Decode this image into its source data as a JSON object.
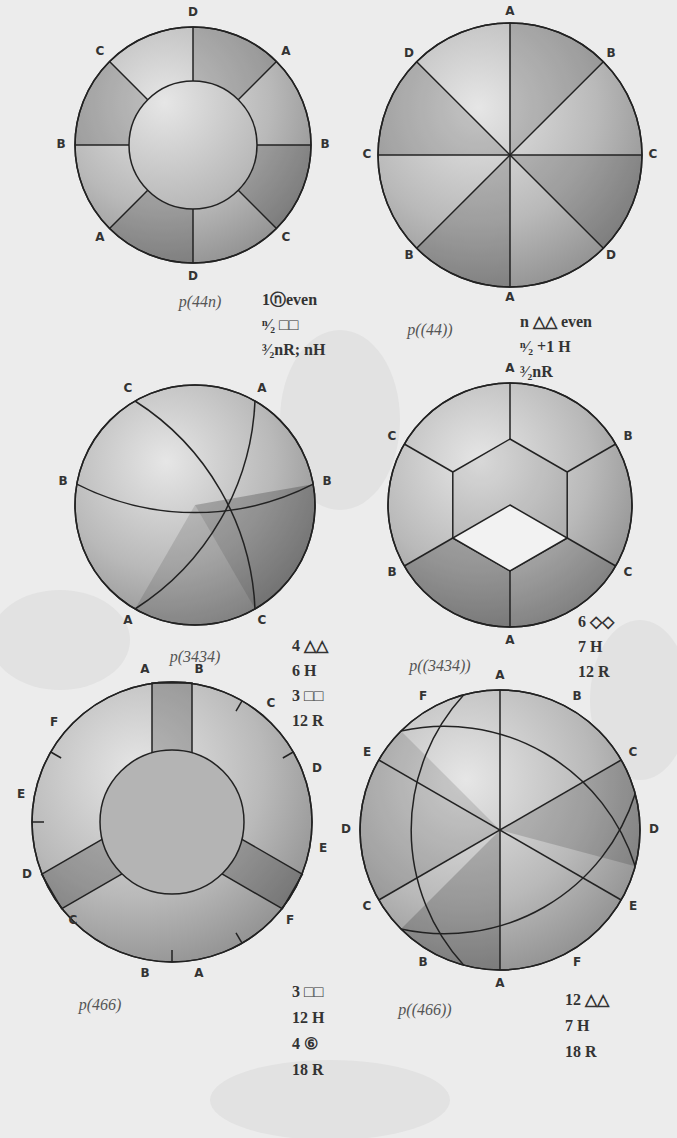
{
  "diagram": {
    "labels": [
      "D",
      "A",
      "B",
      "C",
      "D",
      "A",
      "B",
      "C",
      "p(44n)",
      "1ⓝeven",
      "ⁿ⁄₂ □□",
      "³⁄₂nR; nH",
      "A",
      "B",
      "C",
      "D",
      "A",
      "B",
      "C",
      "D",
      "p((44))",
      "n △△ even",
      "ⁿ⁄₂ +1 H",
      "³⁄₂nR",
      "C",
      "A",
      "B",
      "B",
      "A",
      "C",
      "p(3434)",
      "4 △△",
      "6 H",
      "3 □□",
      "12 R",
      "A",
      "C",
      "B",
      "B",
      "C",
      "A",
      "p((3434))",
      "6 ◇◇",
      "7 H",
      "12 R",
      "A",
      "B",
      "C",
      "D",
      "E",
      "F",
      "A",
      "B",
      "C",
      "D",
      "E",
      "F",
      "p(466)",
      "3 □□",
      "12 H",
      "4 ⑥",
      "18 R",
      "A",
      "B",
      "C",
      "D",
      "E",
      "F",
      "A",
      "B",
      "C",
      "D",
      "E",
      "F",
      "p((466))",
      "12 △△",
      "7 H",
      "18 R"
    ]
  }
}
